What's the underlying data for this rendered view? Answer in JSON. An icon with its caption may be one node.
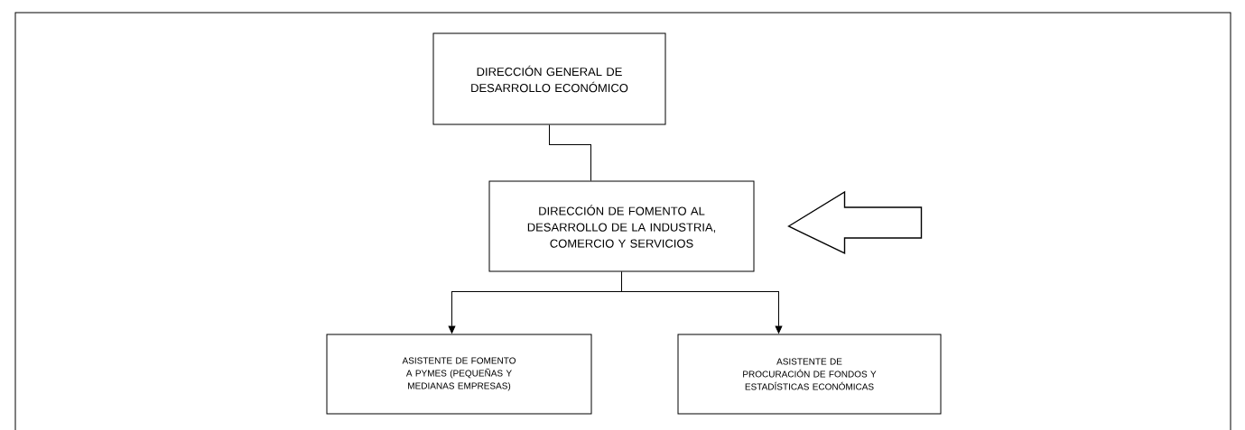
{
  "diagram": {
    "nodes": [
      {
        "text": [
          "DIRECCIÓN GENERAL DE DESARROLLO ECONÓMICO"
        ]
      },
      {
        "text": [
          "DIRECCIÓN DE FOMENTO AL DESARROLLO DE LA INDUSTRIA, COMERCIO Y SERVICIOS"
        ]
      },
      {
        "text": [
          "ASISTENTE DE FOMENTO A PYMES (PEQUEÑAS Y MEDIANAS EMPRESAS)"
        ]
      },
      {
        "text": [
          "ASISTENTE DE PROCURACIÓN DE FONDOS Y ESTADÍSTICAS ECONÓMICAS"
        ]
      }
    ],
    "edges": [
      {
        "from": 0,
        "to": 1,
        "arrow": "none"
      },
      {
        "from": 1,
        "to": 2,
        "arrow": "to"
      },
      {
        "from": 1,
        "to": 3,
        "arrow": "to"
      },
      {
        "from": null,
        "to": 1,
        "arrow": "to",
        "style": "thick"
      }
    ]
  }
}
